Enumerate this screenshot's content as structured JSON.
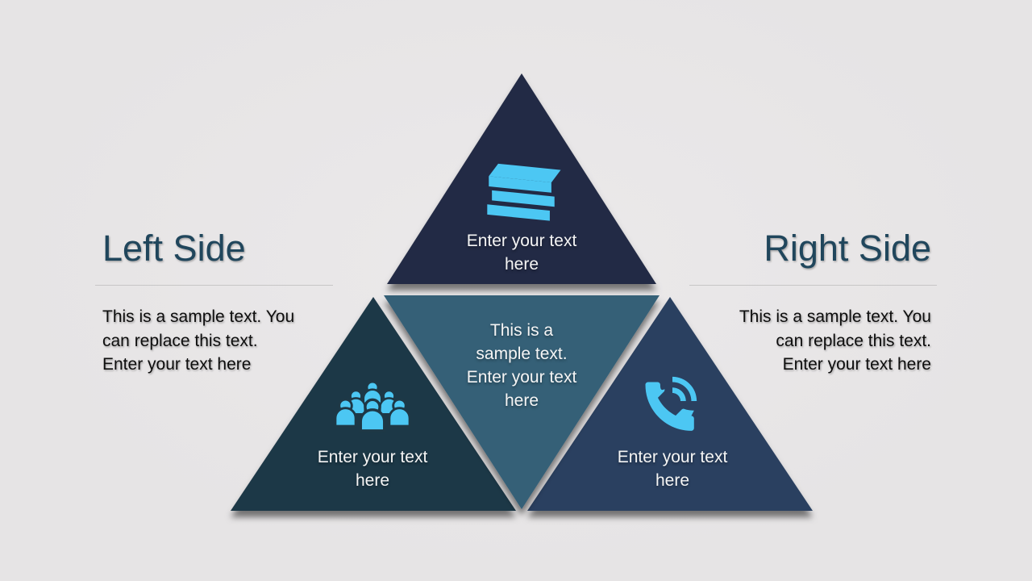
{
  "slide": {
    "left_panel": {
      "title": "Left Side",
      "body": "This is a sample text. You\ncan replace this text.\nEnter your text here"
    },
    "right_panel": {
      "title": "Right Side",
      "body": "This is a sample text. You\ncan replace this text.\nEnter your text here"
    },
    "pyramid": {
      "top": {
        "icon": "books-icon",
        "label": "Enter your text\nhere"
      },
      "left": {
        "icon": "people-icon",
        "label": "Enter your text\nhere"
      },
      "center": {
        "label": "This is a\nsample text.\nEnter your text\nhere"
      },
      "right": {
        "icon": "phone-icon",
        "label": "Enter your text\nhere"
      }
    },
    "colors": {
      "bg": "#e6e4e5",
      "bg_light": "#ebe9ea",
      "heading": "#20465c",
      "divider": "#c7c6c6",
      "body_text": "#0d0d0d",
      "label_text": "#f5f5f5",
      "accent": "#4cc7f3",
      "tri_top": "#232c45",
      "tri_left": "#1e3846",
      "tri_center": "#366077",
      "tri_right": "#2b4060"
    }
  }
}
